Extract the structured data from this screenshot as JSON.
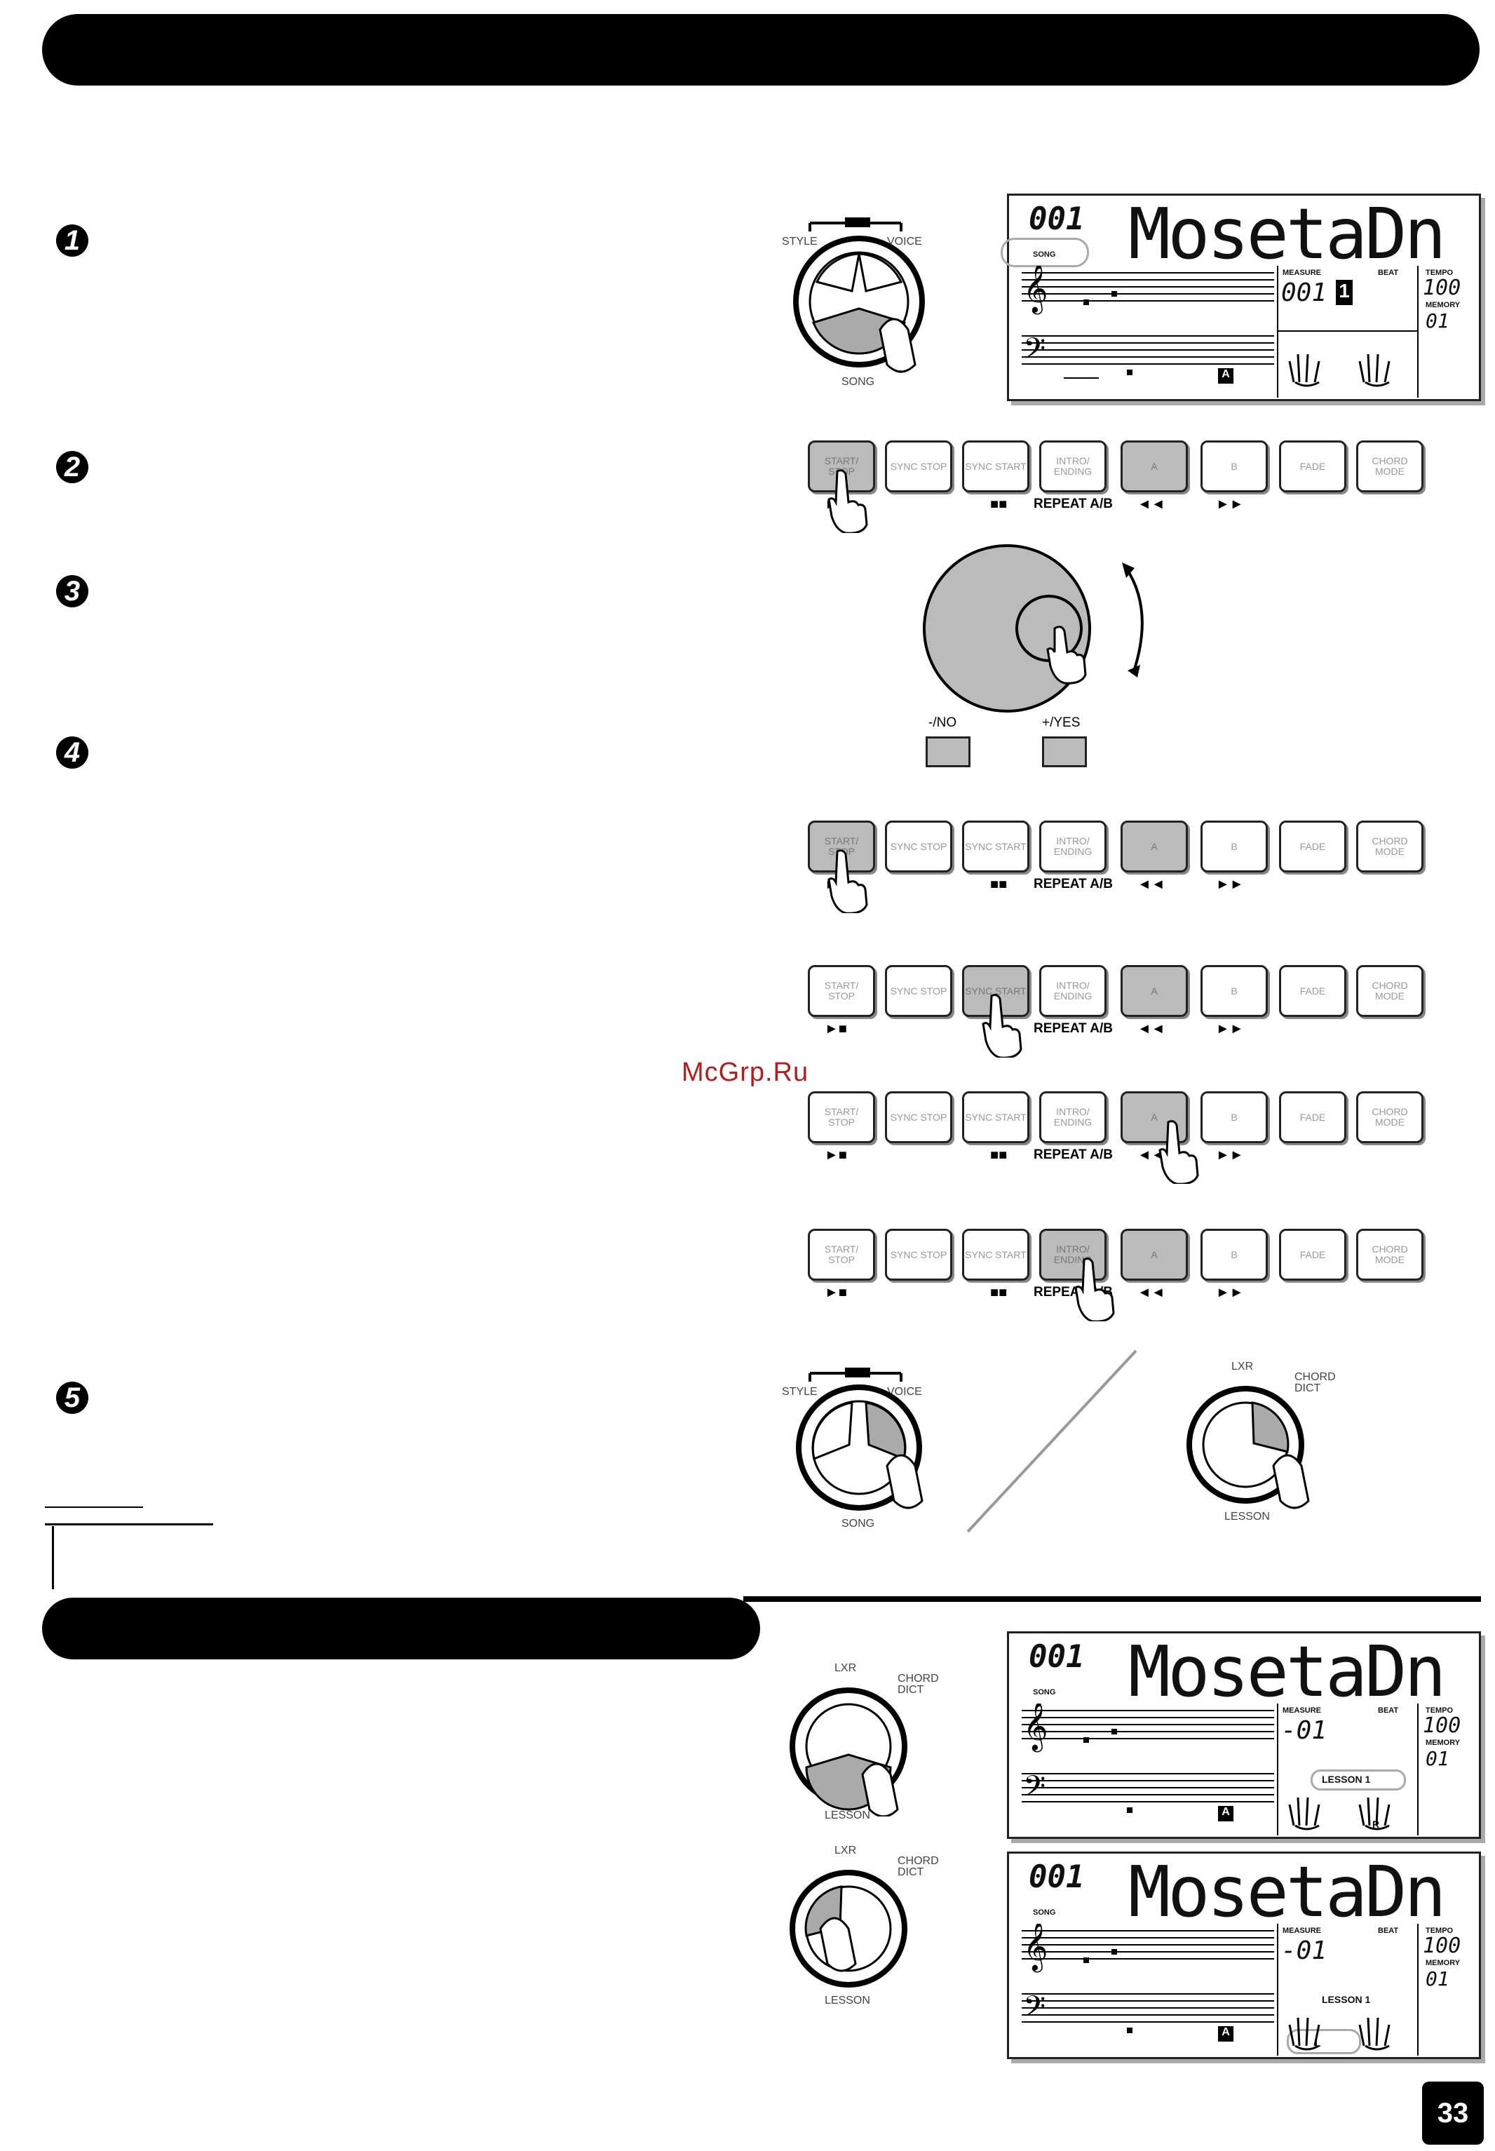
{
  "page": {
    "watermark": "McGrp.Ru",
    "page_number": "33"
  },
  "steps": [
    "1",
    "2",
    "3",
    "4",
    "5"
  ],
  "selector": {
    "style": "STYLE",
    "voice": "VOICE",
    "song": "SONG",
    "lxr": "LXR",
    "chord_dict": "CHORD DICT",
    "lesson": "LESSON"
  },
  "buttons": {
    "start_stop": "START/ STOP",
    "sync_stop": "SYNC STOP",
    "sync_start": "SYNC START",
    "intro_ending": "INTRO/ ENDING",
    "a": "A",
    "b": "B",
    "fade": "FADE",
    "chord_mode": "CHORD MODE",
    "repeat_ab": "REPEAT A/B",
    "sym_play": "►",
    "sym_play_stop": "►■",
    "sym_pause": "■■",
    "sym_rew": "◄◄",
    "sym_ff": "►►"
  },
  "dial": {
    "no": "-/NO",
    "yes": "+/YES"
  },
  "lcd": {
    "song_num": "001",
    "song_name": "MosetaDn",
    "song_tag": "SONG",
    "measure_label": "MEASURE",
    "beat_label": "BEAT",
    "tempo_label": "TEMPO",
    "memory_label": "MEMORY",
    "measure_value_1": "001",
    "beat_value": "1",
    "measure_value_2": "-01",
    "tempo_value": "100",
    "memory_value": "01",
    "lesson_label": "LESSON 1",
    "marker": "A",
    "left_hand": "L",
    "right_hand": "R"
  },
  "colors": {
    "pressed": "#bbbbbb",
    "lcd_border": "#222222",
    "watermark": "#b21e1e"
  }
}
